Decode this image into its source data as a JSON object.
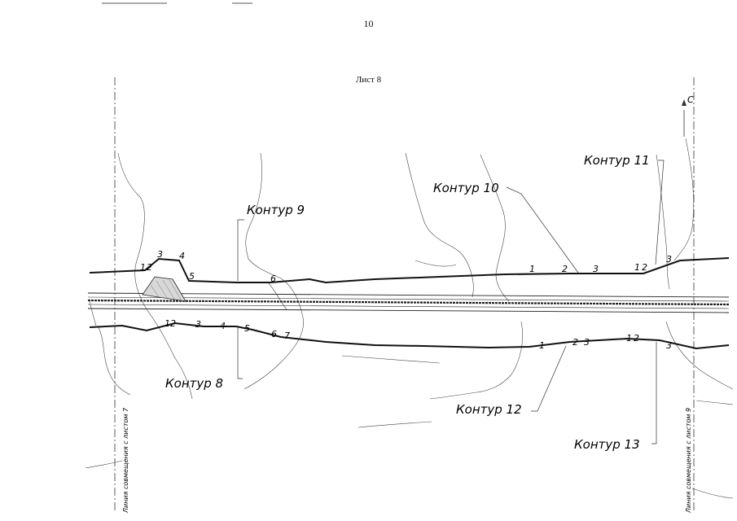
{
  "header": {
    "page_number": "10",
    "sheet_title": "Лист 8"
  },
  "contours": {
    "c8": "Контур 8",
    "c9": "Контур 9",
    "c10": "Контур 10",
    "c11": "Контур 11",
    "c12": "Контур 12",
    "c13": "Контур 13"
  },
  "north_label": "С",
  "match_lines": {
    "left": "Линия совмещения с листом 7",
    "right": "Линия совмещения с листом 9"
  },
  "top_line_points": [
    "1",
    "2",
    "3",
    "4",
    "5",
    "6",
    "1",
    "2",
    "3",
    "1",
    "2",
    "3"
  ],
  "bottom_line_points": [
    "1",
    "2",
    "3",
    "4",
    "5",
    "6",
    "7",
    "1",
    "2",
    "3",
    "1",
    "2",
    "3"
  ],
  "colors": {
    "ink": "#111111",
    "thin_line": "#333333"
  }
}
